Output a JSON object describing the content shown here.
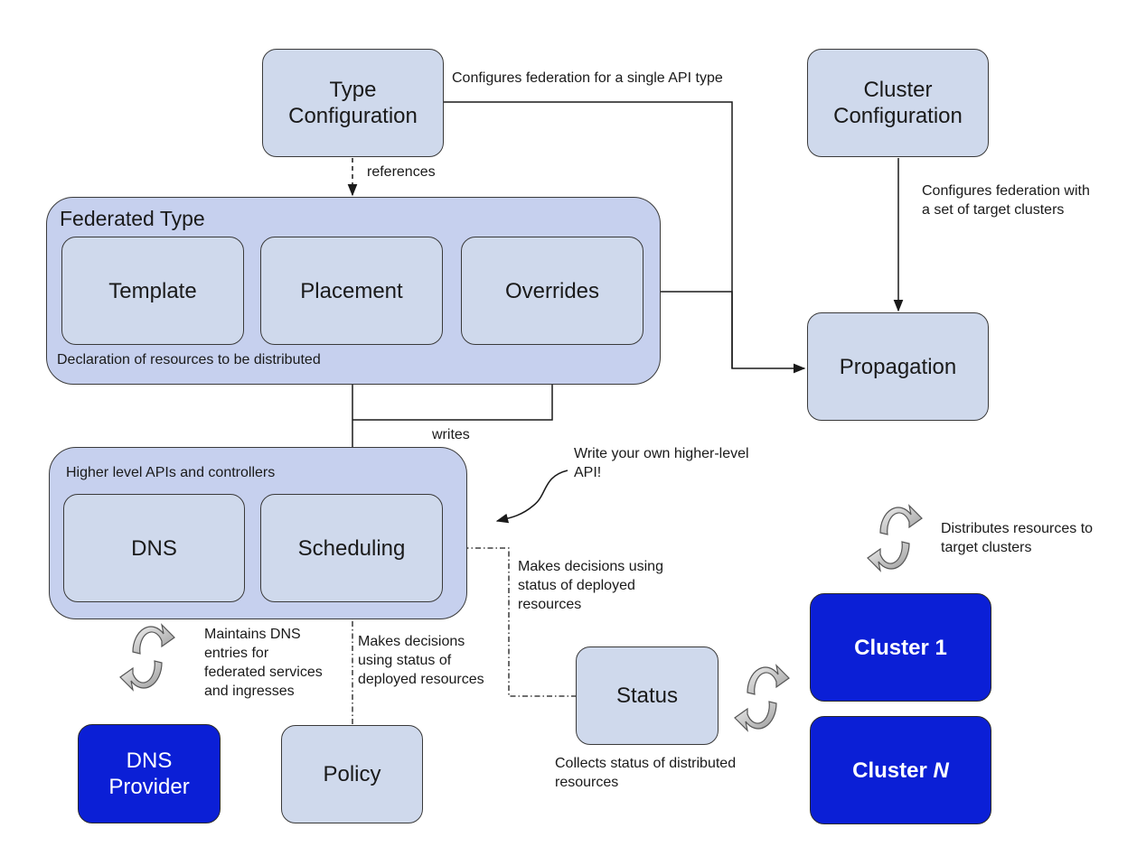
{
  "nodes": {
    "type_config": "Type\nConfiguration",
    "cluster_config": "Cluster\nConfiguration",
    "federated_type_title": "Federated Type",
    "template": "Template",
    "placement": "Placement",
    "overrides": "Overrides",
    "federated_type_caption": "Declaration of resources to be distributed",
    "propagation": "Propagation",
    "higher_level_title": "Higher level APIs and controllers",
    "dns": "DNS",
    "scheduling": "Scheduling",
    "dns_provider": "DNS\nProvider",
    "policy": "Policy",
    "status": "Status",
    "cluster_1": "Cluster 1",
    "cluster_n_prefix": "Cluster ",
    "cluster_n_suffix": "N"
  },
  "labels": {
    "configures_single_api": "Configures federation for a single API type",
    "references": "references",
    "configures_target_clusters": "Configures federation with\na set of target clusters",
    "writes": "writes",
    "write_your_own": "Write your own higher-level\nAPI!",
    "distributes": "Distributes resources to\ntarget clusters",
    "decisions_deployed": "Makes decisions using\nstatus of deployed\nresources",
    "maintains_dns": "Maintains DNS\nentries for\nfederated services\nand ingresses",
    "decisions_policy": "Makes decisions\nusing status of\ndeployed resources",
    "collects_status": "Collects status of distributed\nresources"
  }
}
